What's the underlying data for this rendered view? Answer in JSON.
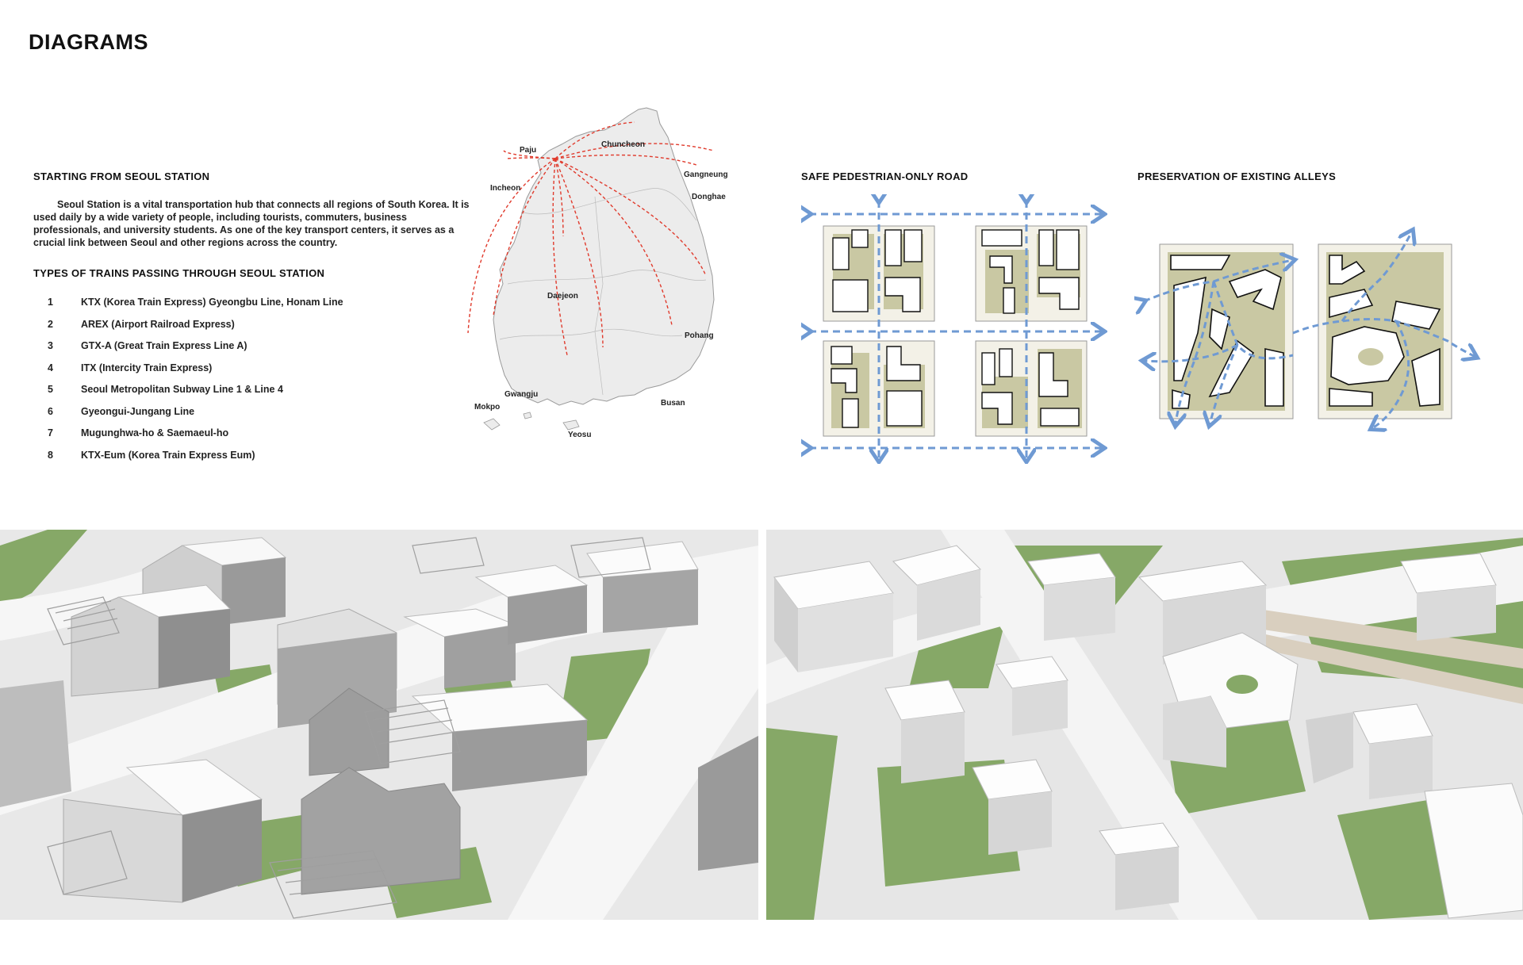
{
  "page": {
    "title": "DIAGRAMS"
  },
  "seoul_station": {
    "heading": "STARTING FROM SEOUL STATION",
    "description": "Seoul Station is a vital transportation hub that connects all regions of South Korea. It is used daily by a wide variety of people, including tourists, commuters, business professionals, and university students. As one of the key transport centers, it serves as a crucial link between Seoul and other regions across the country.",
    "trains_heading": "TYPES OF TRAINS PASSING THROUGH SEOUL STATION",
    "trains": [
      {
        "num": "1",
        "name": "KTX (Korea Train Express) Gyeongbu Line, Honam Line"
      },
      {
        "num": "2",
        "name": "AREX (Airport Railroad Express)"
      },
      {
        "num": "3",
        "name": "GTX-A (Great Train Express Line A)"
      },
      {
        "num": "4",
        "name": "ITX (Intercity Train Express)"
      },
      {
        "num": "5",
        "name": "Seoul Metropolitan Subway Line 1 & Line 4"
      },
      {
        "num": "6",
        "name": "Gyeongui-Jungang Line"
      },
      {
        "num": "7",
        "name": "Mugunghwa-ho & Saemaeul-ho"
      },
      {
        "num": "8",
        "name": "KTX-Eum (Korea Train Express Eum)"
      }
    ]
  },
  "map": {
    "cities": {
      "paju": "Paju",
      "chuncheon": "Chuncheon",
      "gangneung": "Gangneung",
      "incheon": "Incheon",
      "donghae": "Donghae",
      "daejeon": "Daejeon",
      "pohang": "Pohang",
      "mokpo": "Mokpo",
      "gwangju": "Gwangju",
      "busan": "Busan",
      "yeosu": "Yeosu"
    },
    "route_color": "#e03a2c",
    "land_color": "#ececec"
  },
  "diagrams": {
    "pedestrian_heading": "SAFE PEDESTRIAN-ONLY ROAD",
    "alleys_heading": "PRESERVATION OF EXISTING ALLEYS",
    "path_color": "#6f9ad3",
    "green_color": "#c9c8a3",
    "block_color": "#f3f1e7"
  },
  "renders": {
    "left_view": "village-render",
    "right_view": "district-render",
    "grass_color": "#86a867",
    "road_color": "#e6e6e6"
  }
}
